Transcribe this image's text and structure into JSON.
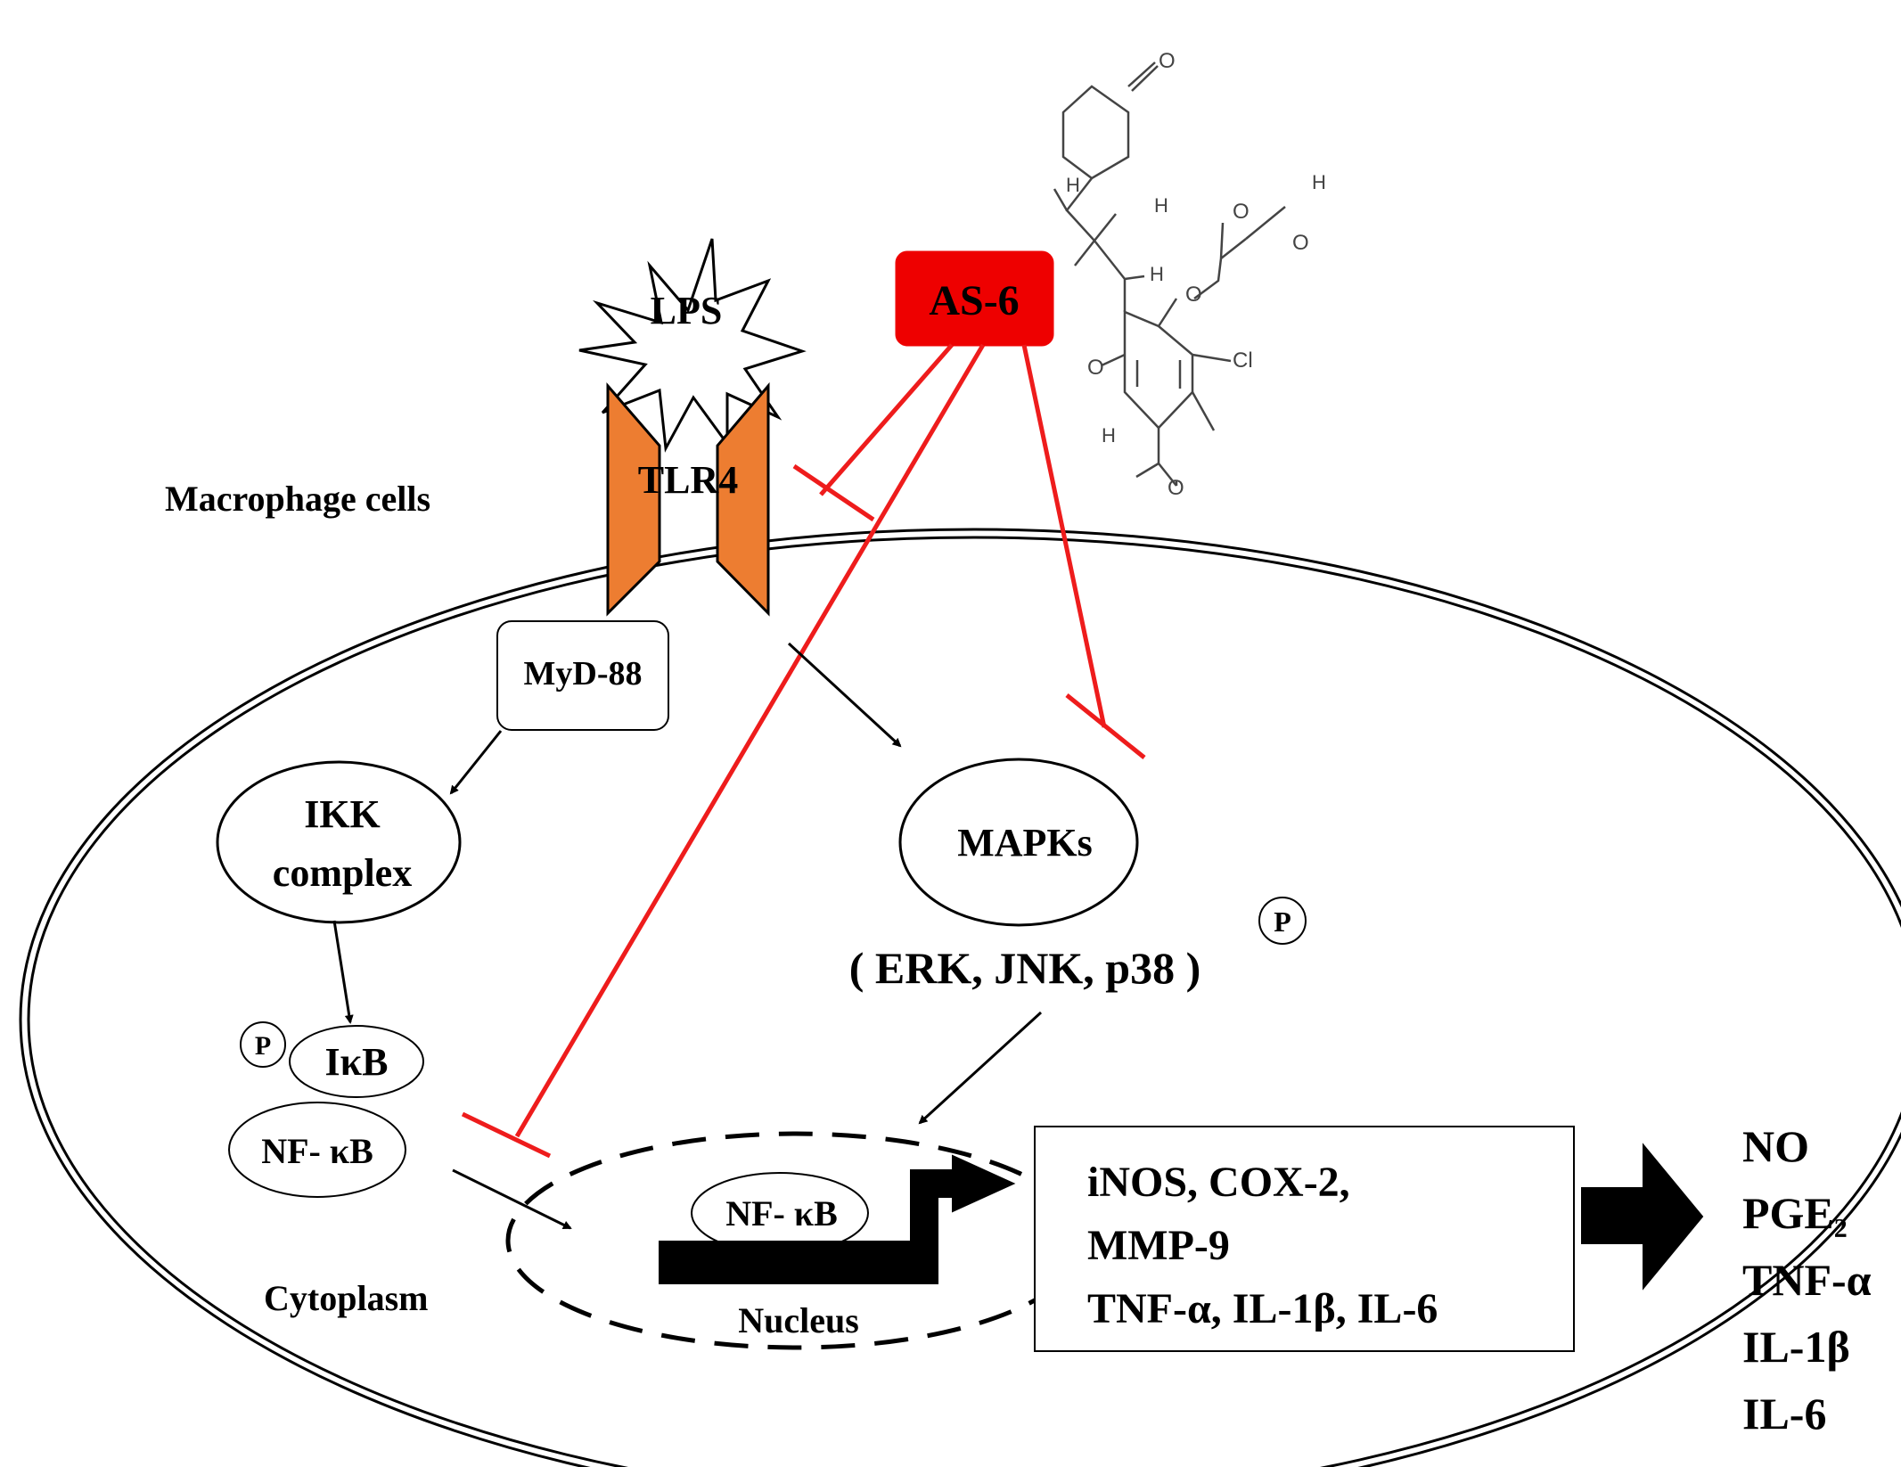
{
  "labels": {
    "lps": "LPS",
    "as6": "AS-6",
    "tlr4": "TLR4",
    "macrophage": "Macrophage cells",
    "myd88": "MyD-88",
    "ikk_line1": "IKK",
    "ikk_line2": "complex",
    "mapks": "MAPKs",
    "mapk_members": "( ERK, JNK, p38 )",
    "phospho": "P",
    "ikb": "IκB",
    "nfkb": "NF- κB",
    "nucleus_nfkb": "NF- κB",
    "cytoplasm": "Cytoplasm",
    "nucleus": "Nucleus",
    "genes": [
      "iNOS, COX-2,",
      "MMP-9",
      "TNF-α, IL-1β, IL-6"
    ],
    "outputs": [
      "NO",
      "PGE₂",
      "TNF-α",
      "IL-1β",
      "IL-6"
    ]
  },
  "molecule": {
    "atoms": [
      "O",
      "O",
      "H",
      "O",
      "O",
      "Cl",
      "O",
      "O",
      "H",
      "H",
      "H",
      "H"
    ]
  },
  "colors": {
    "inhibit": "#ee1c1c",
    "as6_box": "#ee0000",
    "tlr4": "#ed7d31",
    "arrow": "#000000"
  }
}
